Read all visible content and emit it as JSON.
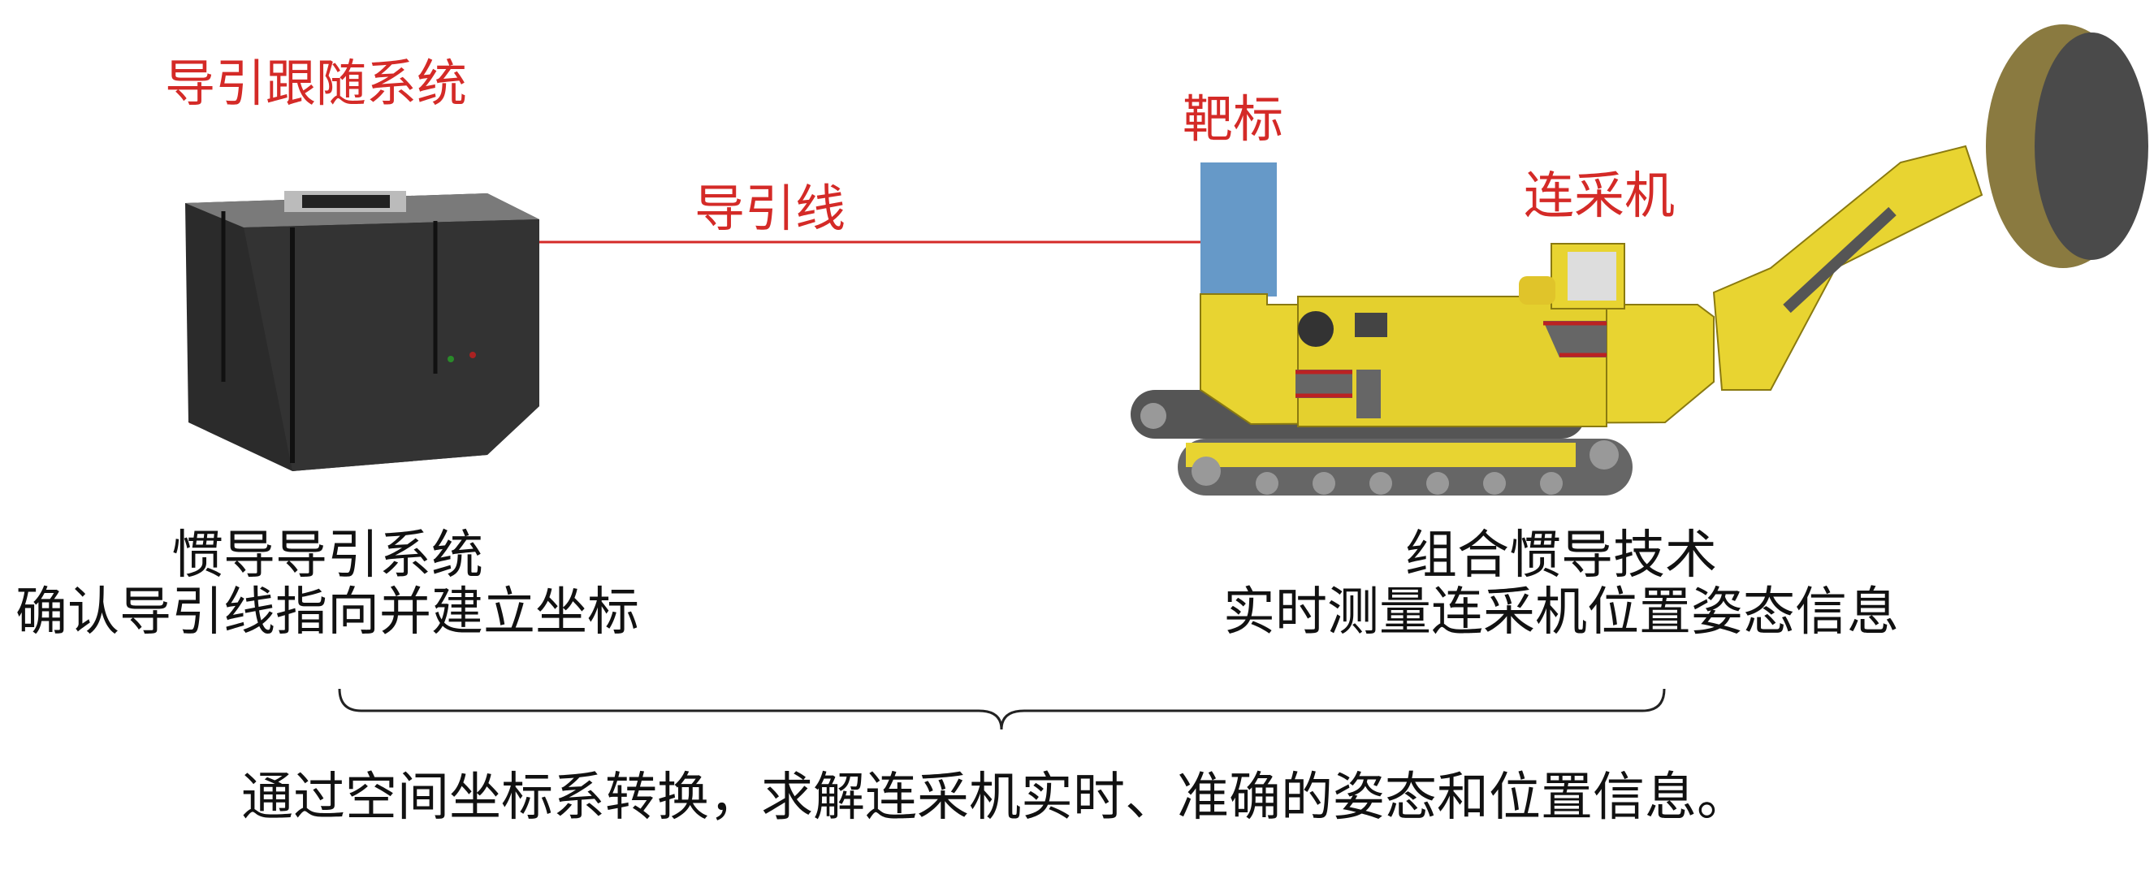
{
  "labels": {
    "tracking_system": "导引跟随系统",
    "guide_line": "导引线",
    "target": "靶标",
    "miner": "连采机"
  },
  "captions": {
    "left_line1": "惯导导引系统",
    "left_line2": "确认导引线指向并建立坐标",
    "right_line1": "组合惯导技术",
    "right_line2": "实时测量连采机位置姿态信息",
    "summary": "通过空间坐标系转换，求解连采机实时、准确的姿态和位置信息。"
  },
  "colors": {
    "label_red": "#d42a27",
    "target_blue": "#6699c8",
    "machine_yellow": "#e8d431",
    "device_dark": "#2a2a2a"
  }
}
